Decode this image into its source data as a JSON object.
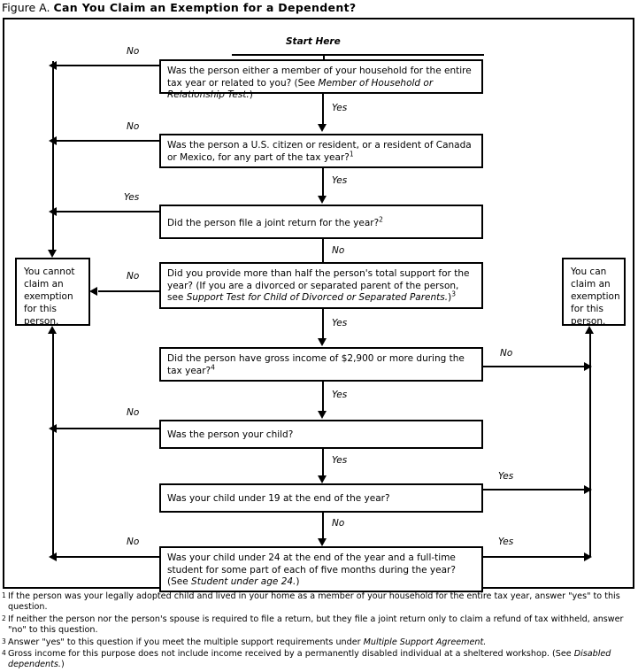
{
  "title": {
    "label": "Figure A.",
    "text": "Can You Claim an Exemption for a Dependent?"
  },
  "start_label": "Start Here",
  "boxes": {
    "q1": {
      "id": "member-or-relationship-test",
      "text_a": "Was the person either a member of your household for the entire tax year or related to you? (See ",
      "text_italic": "Member of Household or Relationship Test.",
      "text_b": ")"
    },
    "q2": {
      "id": "citizen-or-resident-test",
      "text_a": "Was the person a U.S. citizen or resident, or a resident of Canada or Mexico, for any part of the tax year?",
      "footnote_ref": "1"
    },
    "q3": {
      "id": "joint-return-test",
      "text_a": "Did the person file a joint return for the year?",
      "footnote_ref": "2"
    },
    "q4": {
      "id": "support-test",
      "text_a": "Did you provide more than half the person's total support for the year? (If you are a divorced or separated parent of the person, see ",
      "text_italic": "Support Test for Child of Divorced or Separated Parents.",
      "text_b": ")",
      "footnote_ref": "3"
    },
    "q5": {
      "id": "gross-income-test",
      "text_a": "Did the person have gross income of $2,900 or more during the tax year?",
      "footnote_ref": "4"
    },
    "q6": {
      "id": "was-person-your-child",
      "text_a": "Was the person your child?"
    },
    "q7": {
      "id": "child-under-19",
      "text_a": "Was your child under 19 at the end of the year?"
    },
    "q8": {
      "id": "child-under-24-student",
      "text_a": "Was your child under 24 at the end of the year and a full-time student for some part of each of five months during the year? (See ",
      "text_italic": "Student under age 24.",
      "text_b": ")"
    },
    "cannot": {
      "id": "cannot-claim-exemption",
      "text": "You cannot claim an exemption for this person."
    },
    "can": {
      "id": "can-claim-exemption",
      "text": "You can claim an exemption for this person."
    }
  },
  "edges": {
    "q1_no": "No",
    "q1_yes": "Yes",
    "q2_no": "No",
    "q2_yes": "Yes",
    "q3_yes": "Yes",
    "q3_no": "No",
    "q4_no": "No",
    "q4_yes": "Yes",
    "q5_no": "No",
    "q5_yes": "Yes",
    "q6_no": "No",
    "q6_yes": "Yes",
    "q7_yes": "Yes",
    "q7_no": "No",
    "q8_no": "No",
    "q8_yes": "Yes"
  },
  "footnotes": [
    {
      "marker": "1",
      "text_a": "If the person was your legally adopted child and lived in your home as a member of your household for the entire tax year, answer \"yes\" to this question.",
      "text_italic": "",
      "text_b": ""
    },
    {
      "marker": "2",
      "text_a": "If neither the person nor the person's spouse is required to file a return, but they file a joint return only to claim a refund of tax withheld, answer \"no\" to this question.",
      "text_italic": "",
      "text_b": ""
    },
    {
      "marker": "3",
      "text_a": "Answer \"yes\" to this question if you meet the multiple support requirements under ",
      "text_italic": "Multiple Support Agreement.",
      "text_b": ""
    },
    {
      "marker": "4",
      "text_a": "Gross income for this purpose does not include income received by a permanently disabled individual at a sheltered workshop. (See ",
      "text_italic": "Disabled dependents.",
      "text_b": ")"
    }
  ]
}
